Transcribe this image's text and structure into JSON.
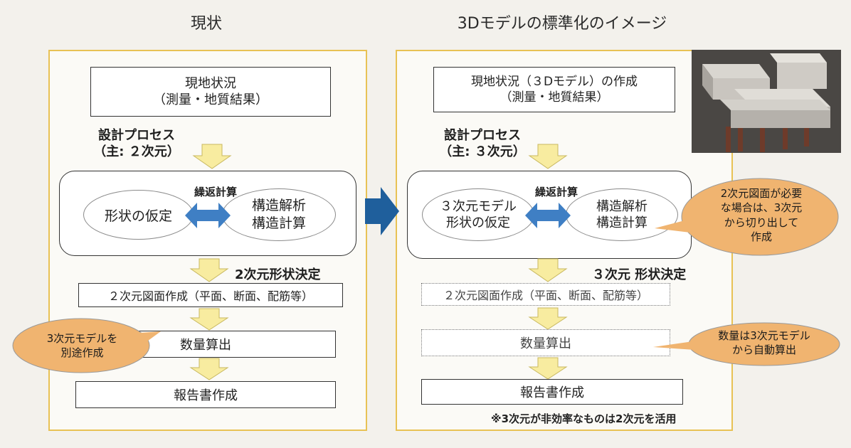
{
  "left": {
    "title": "現状",
    "site_box": "現地状況\n（測量・地質結果）",
    "process_label": "設計プロセス\n（主: ２次元）",
    "iteration_label": "繰返計算",
    "shape_assume": "形状の仮定",
    "structure_calc": "構造解析\n構造計算",
    "decision": "2次元形状決定",
    "drawing_box": "２次元図面作成（平面、断面、配筋等）",
    "quantity_box": "数量算出",
    "report_box": "報告書作成",
    "callout": "3次元モデルを\n別途作成"
  },
  "right": {
    "title": "3Dモデルの標準化のイメージ",
    "site_box": "現地状況（３Dモデル）の作成\n（測量・地質結果）",
    "process_label": "設計プロセス\n（主: ３次元）",
    "iteration_label": "繰返計算",
    "shape_assume": "３次元モデル\n形状の仮定",
    "structure_calc": "構造解析\n構造計算",
    "decision": "３次元 形状決定",
    "drawing_box": "２次元図面作成（平面、断面、配筋等）",
    "quantity_box": "数量算出",
    "report_box": "報告書作成",
    "callout_drawing": "2次元図面が必要\nな場合は、3次元\nから切り出して\n作成",
    "callout_quantity": "数量は3次元モデル\nから自動算出",
    "footnote": "※3次元が非効率なものは2次元を活用"
  },
  "colors": {
    "panel_border": "#e8c255",
    "down_arrow": "#f8eca0",
    "double_arrow": "#3f7fc4",
    "big_arrow": "#1f5f9c",
    "callout": "#f0b470"
  }
}
